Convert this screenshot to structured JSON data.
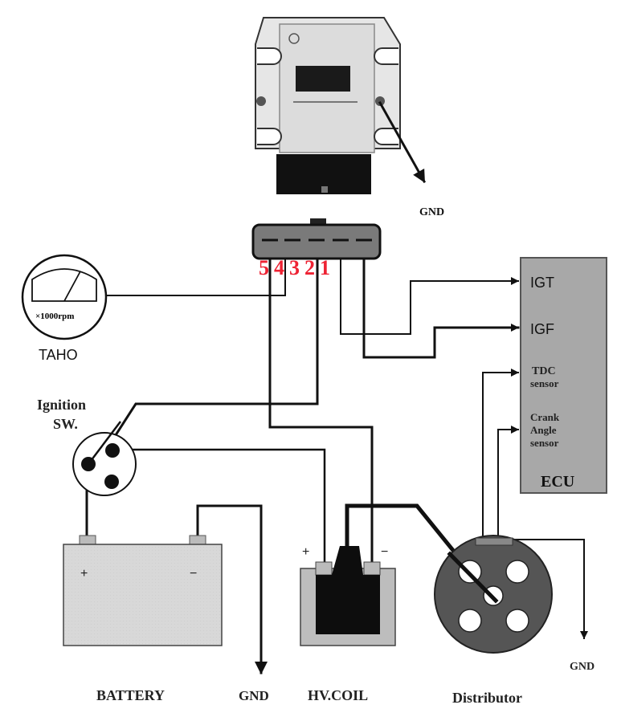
{
  "diagram": {
    "title": "Ignition module wiring",
    "module": {
      "ground_label": "GND"
    },
    "connector": {
      "pin_numbers": "54321",
      "pin_color": "#ee2233"
    },
    "tacho": {
      "scale_label": "×1000rpm",
      "name": "TAHO"
    },
    "ignition_switch": {
      "label_line1": "Ignition",
      "label_line2": "SW."
    },
    "ecu": {
      "name": "ECU",
      "inputs": [
        {
          "label": "IGT"
        },
        {
          "label": "IGF"
        },
        {
          "label_line1": "TDC",
          "label_line2": "sensor"
        },
        {
          "label_line1": "Crank",
          "label_line2": "Angle",
          "label_line3": "sensor"
        }
      ],
      "fill_color": "#a8a8a8"
    },
    "battery": {
      "name": "BATTERY",
      "plus": "+",
      "minus": "−",
      "ground_label": "GND"
    },
    "coil": {
      "name": "HV.COIL",
      "plus": "+",
      "minus": "−"
    },
    "distributor": {
      "name": "Distributor",
      "ground_label": "GND"
    }
  }
}
